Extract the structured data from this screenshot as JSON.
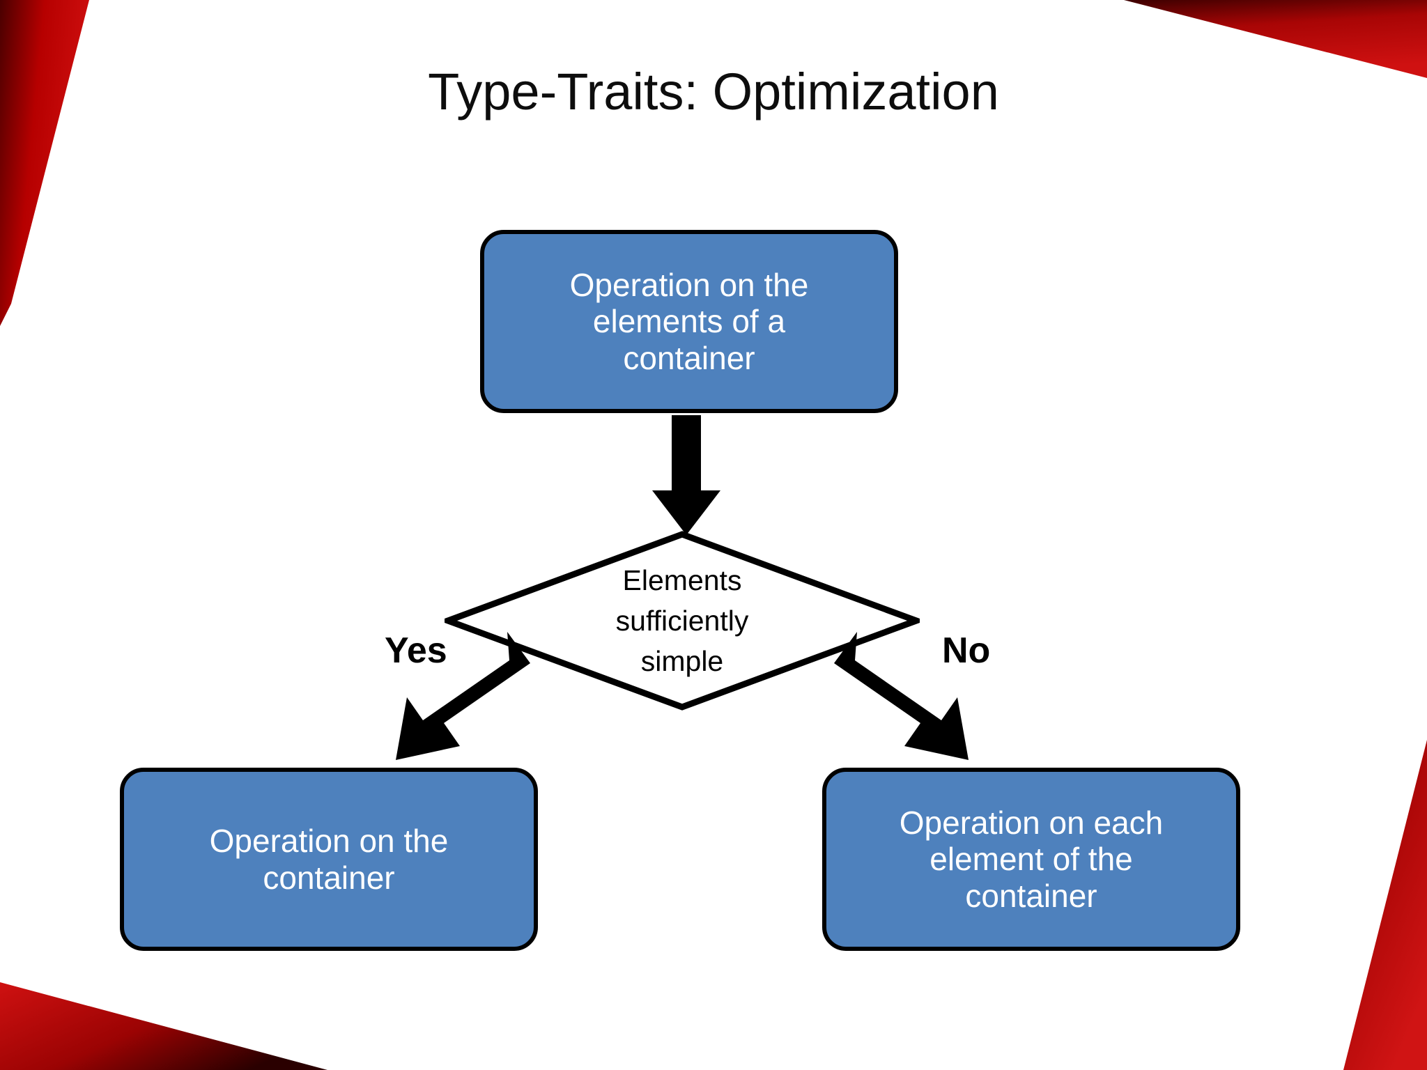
{
  "slide": {
    "title": "Type-Traits: Optimization",
    "background_color": "#ffffff",
    "accent_color": "#4e81bd",
    "corner_color": "#c00000",
    "title_color": "#0d0d0d"
  },
  "flowchart": {
    "type": "decision-flowchart",
    "nodes": {
      "start": {
        "kind": "process",
        "text_lines": [
          "Operation on the",
          "elements of a",
          "container"
        ],
        "text": "Operation on the elements of a container",
        "fill": "#4e81bd",
        "text_color": "#ffffff"
      },
      "decision": {
        "kind": "decision",
        "text_lines": [
          "Elements",
          "sufficiently",
          "simple"
        ],
        "text": "Elements sufficiently simple",
        "fill": "#ffffff",
        "text_color": "#000000"
      },
      "yes_result": {
        "kind": "process",
        "text_lines": [
          "Operation on the",
          "container"
        ],
        "text": "Operation on the container",
        "fill": "#4e81bd",
        "text_color": "#ffffff"
      },
      "no_result": {
        "kind": "process",
        "text_lines": [
          "Operation on each",
          "element of the",
          "container"
        ],
        "text": "Operation on each element of the container",
        "fill": "#4e81bd",
        "text_color": "#ffffff"
      }
    },
    "edges": [
      {
        "from": "start",
        "to": "decision",
        "label": "",
        "direction": "down"
      },
      {
        "from": "decision",
        "to": "yes_result",
        "label": "Yes",
        "direction": "down-left"
      },
      {
        "from": "decision",
        "to": "no_result",
        "label": "No",
        "direction": "down-right"
      }
    ],
    "branch_labels": {
      "yes": "Yes",
      "no": "No"
    }
  }
}
